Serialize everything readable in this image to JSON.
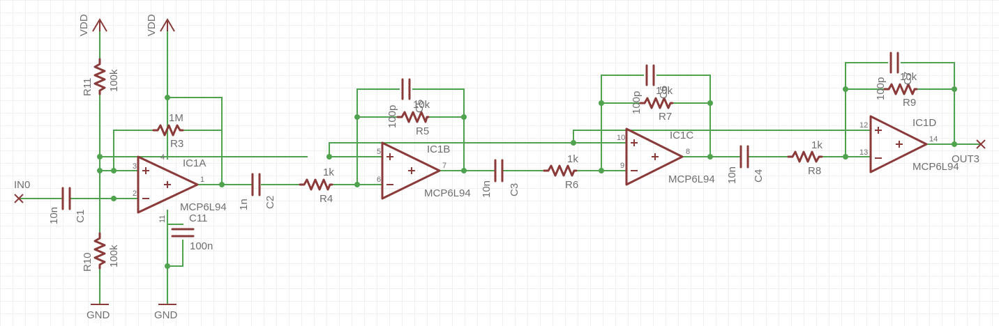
{
  "colors": {
    "grid": "#dcdcdc",
    "wire": "#4fa34f",
    "symbol": "#8b3a3a",
    "text": "#6e6e6e",
    "background": "#ffffff"
  },
  "supplies": {
    "vdd": "VDD",
    "gnd": "GND"
  },
  "ports": {
    "input": "IN0",
    "output": "OUT3"
  },
  "opamps": [
    {
      "name": "IC1A",
      "part": "MCP6L94",
      "pin_plus": "3",
      "pin_minus": "2",
      "pin_out": "1",
      "pin_vdd": "4",
      "pin_gnd": "11"
    },
    {
      "name": "IC1B",
      "part": "MCP6L94",
      "pin_plus": "5",
      "pin_minus": "6",
      "pin_out": "7"
    },
    {
      "name": "IC1C",
      "part": "MCP6L94",
      "pin_plus": "10",
      "pin_minus": "9",
      "pin_out": "8"
    },
    {
      "name": "IC1D",
      "part": "MCP6L94",
      "pin_plus": "12",
      "pin_minus": "13",
      "pin_out": "14"
    }
  ],
  "resistors": [
    {
      "name": "R11",
      "value": "100k"
    },
    {
      "name": "R10",
      "value": "100k"
    },
    {
      "name": "R3",
      "value": "1M"
    },
    {
      "name": "R4",
      "value": "1k"
    },
    {
      "name": "R5",
      "value": "10k"
    },
    {
      "name": "R6",
      "value": "1k"
    },
    {
      "name": "R7",
      "value": "10k"
    },
    {
      "name": "R8",
      "value": "1k"
    },
    {
      "name": "R9",
      "value": "10k"
    }
  ],
  "capacitors": [
    {
      "name": "C1",
      "value": "10n"
    },
    {
      "name": "C11",
      "value": "100n"
    },
    {
      "name": "C2",
      "value": "1n"
    },
    {
      "name": "C3",
      "value": "10n"
    },
    {
      "name": "C4",
      "value": "10n"
    },
    {
      "name": "C5",
      "value": "100p"
    },
    {
      "name": "C6",
      "value": "100p"
    },
    {
      "name": "C7",
      "value": "100p"
    }
  ]
}
